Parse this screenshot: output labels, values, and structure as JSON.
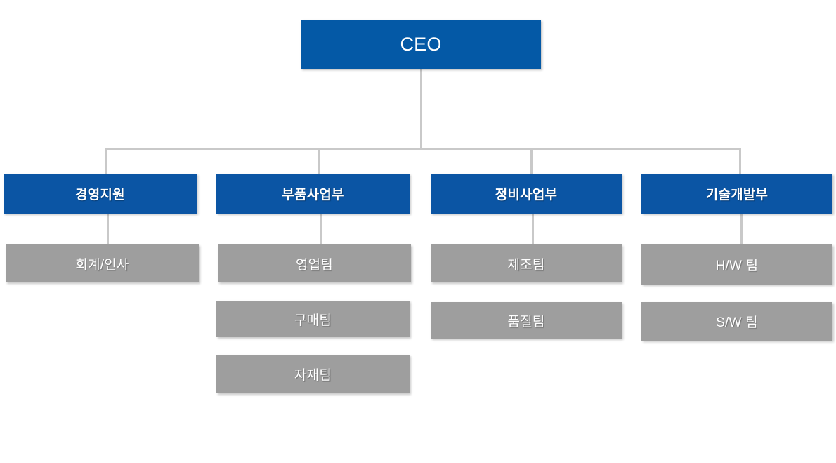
{
  "chart": {
    "type": "org-chart",
    "title": "",
    "colors": {
      "root_box": "#0459a6",
      "department_box": "#0b55a4",
      "team_box": "#9e9e9e",
      "connector_line": "#c9c9c9",
      "text": "#ffffff",
      "background": "#ffffff"
    },
    "root": {
      "label": "CEO"
    },
    "departments": [
      {
        "label": "경영지원",
        "teams": [
          {
            "label": "회계/인사"
          }
        ]
      },
      {
        "label": "부품사업부",
        "teams": [
          {
            "label": "영업팀"
          },
          {
            "label": "구매팀"
          },
          {
            "label": "자재팀"
          }
        ]
      },
      {
        "label": "정비사업부",
        "teams": [
          {
            "label": "제조팀"
          },
          {
            "label": "품질팀"
          }
        ]
      },
      {
        "label": "기술개발부",
        "teams": [
          {
            "label": "H/W 팀"
          },
          {
            "label": "S/W 팀"
          }
        ]
      }
    ]
  }
}
